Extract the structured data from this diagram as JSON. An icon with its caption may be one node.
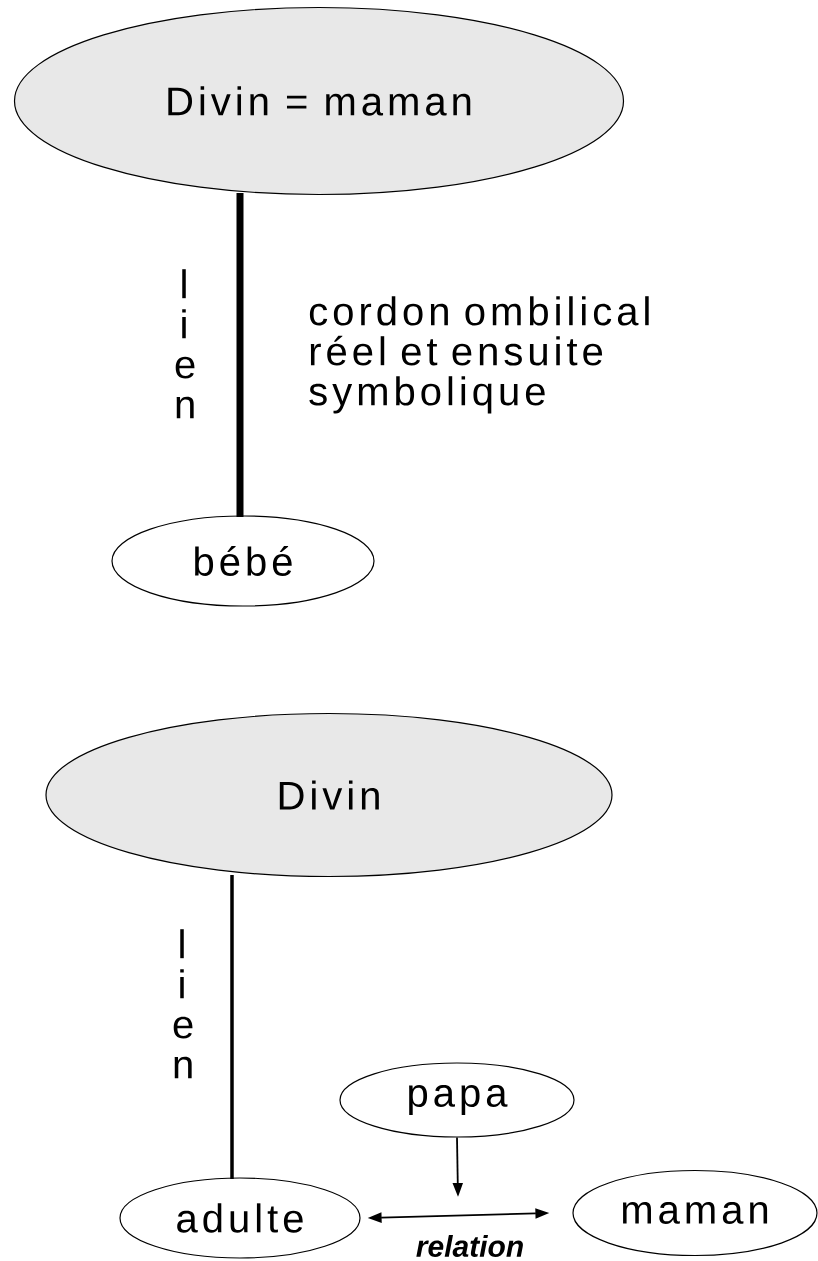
{
  "diagram": {
    "nodes": [
      {
        "text": [
          "Divin = maman"
        ]
      },
      {
        "text": [
          "bébé"
        ]
      },
      {
        "text": [
          "Divin"
        ]
      },
      {
        "text": [
          "papa"
        ]
      },
      {
        "text": [
          "adulte"
        ]
      },
      {
        "text": [
          "maman"
        ]
      }
    ],
    "edges": [
      {
        "from": 0,
        "to": 1,
        "arrow": "none",
        "label": "lien",
        "style": "thick"
      },
      {
        "from": 2,
        "to": 4,
        "arrow": "none",
        "label": "lien"
      },
      {
        "from": 4,
        "to": 5,
        "arrow": "both",
        "label": "relation"
      },
      {
        "from": 3,
        "to": null,
        "arrow": "to"
      }
    ],
    "labels": [
      "cordon ombilical réel et ensuite symbolique"
    ]
  }
}
